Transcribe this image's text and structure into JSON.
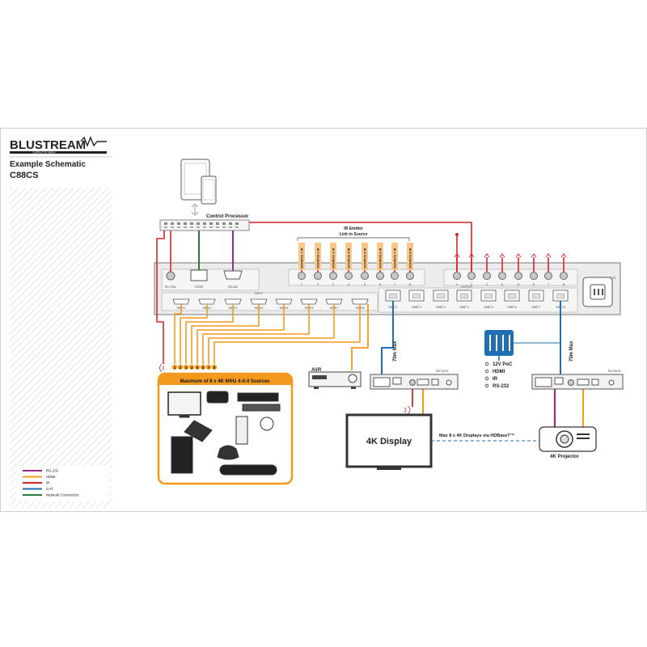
{
  "brand": {
    "name": "BLUSTREAM",
    "tagline": "CONTRACTOR SERIES"
  },
  "sidebar": {
    "title": "Example Schematic",
    "model": "C88CS"
  },
  "legend": {
    "items": [
      {
        "label": "RS-232",
        "color": "#9b2a86"
      },
      {
        "label": "HDMI",
        "color": "#f39a1e"
      },
      {
        "label": "IR",
        "color": "#d8232a"
      },
      {
        "label": "CAT",
        "color": "#1f6fb2"
      },
      {
        "label": "Network Connection",
        "color": "#2a7a3a"
      }
    ]
  },
  "colors": {
    "rs232": "#9b2a86",
    "hdmi": "#f39a1e",
    "ir": "#d8232a",
    "cat": "#1f6fb2",
    "network": "#2a7a3a",
    "panel": "#e6e6e6"
  },
  "labels": {
    "control_processor": "Control Processor",
    "ir_emitter": "IR Emitter",
    "link_to_source": "Link to Source",
    "ir_ctrl": "IR CTRL",
    "tcp_ip": "TCP/IP",
    "rs232": "RS-232",
    "input": "INPUT",
    "output": "OUTPUT",
    "model_badge": "C88CS",
    "avr": "AVR",
    "display": "4K Display",
    "hdbaset": "Max 8 x 4K Displays via HDBaseT™",
    "projector": "4K Projector",
    "sources_banner": "Maximum of 8 x 4K 60Hz 4:4:4 Sources",
    "seventy_max": "70m Max",
    "rx_name": "RX70CS"
  },
  "source_tags": [
    "SOURCE 1 IR",
    "SOURCE 2 IR",
    "SOURCE 3 IR",
    "SOURCE 4 IR",
    "SOURCE 5 IR",
    "SOURCE 6 IR",
    "SOURCE 7 IR",
    "SOURCE 8 IR"
  ],
  "hdmi_inputs": [
    "HDMI 1",
    "HDMI 2",
    "HDMI 3",
    "HDMI 4",
    "HDMI 5",
    "HDMI 6",
    "HDMI 7",
    "HDMI 8"
  ],
  "hdbt_outputs": [
    "HDBT 1",
    "HDBT 2",
    "HDBT 3",
    "HDBT 4",
    "HDBT 5",
    "HDBT 6",
    "HDBT 7",
    "HDBT 8"
  ],
  "ir_ports": [
    "1",
    "2",
    "3",
    "4",
    "5",
    "6",
    "7",
    "8"
  ],
  "source_numbers": [
    "1",
    "2",
    "3",
    "4",
    "5",
    "6",
    "7",
    "8"
  ],
  "poe_features": [
    "12V PoC",
    "HDMI",
    "IR",
    "RS-232"
  ]
}
